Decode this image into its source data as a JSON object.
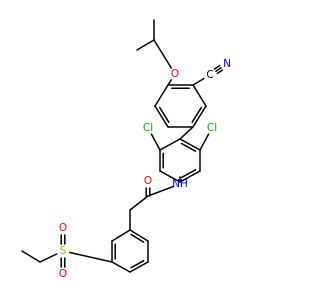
{
  "molecule": {
    "colors": {
      "bond": "#000000",
      "carbon": "#000000",
      "oxygen": "#ff0000",
      "nitrogen": "#0000ff",
      "chlorine": "#00aa00",
      "sulfur": "#b8b800"
    },
    "labels": {
      "nitrile_c": "C",
      "nitrile_n": "N",
      "ether_o": "O",
      "cl_left": "Cl",
      "cl_right": "Cl",
      "amide_nh": "NH",
      "amide_o": "O",
      "sulfonyl_s": "S",
      "sulfonyl_o_top": "O",
      "sulfonyl_o_bottom": "O"
    }
  }
}
